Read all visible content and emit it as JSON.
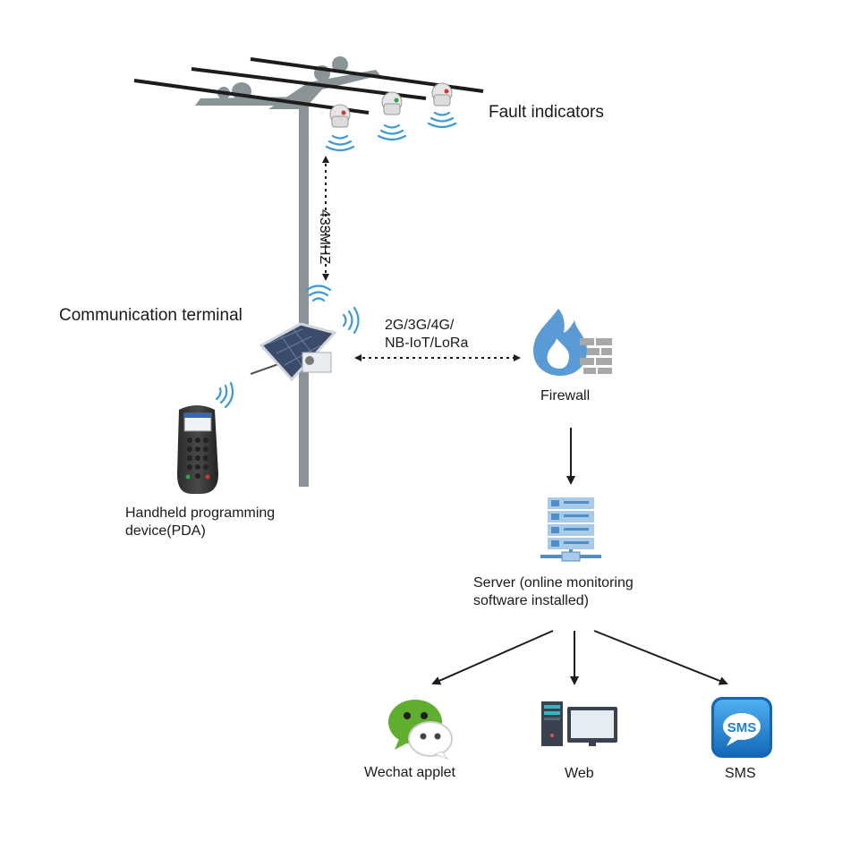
{
  "labels": {
    "fault_indicators": "Fault indicators",
    "frequency": "433MHZ",
    "communication_terminal": "Communication terminal",
    "network_line1": "2G/3G/4G/",
    "network_line2": "NB-IoT/LoRa",
    "firewall": "Firewall",
    "pda_line1": "Handheld programming",
    "pda_line2": "device(PDA)",
    "server_line1": "Server (online monitoring",
    "server_line2": "software installed)",
    "wechat": "Wechat applet",
    "web": "Web",
    "sms": "SMS",
    "sms_icon_text": "SMS"
  },
  "colors": {
    "pole": "#8a9497",
    "wire": "#1c1c1c",
    "signal": "#3a9ad9",
    "firewall": "#5a9bd5",
    "server_light": "#a9cbe8",
    "server_dark": "#4f8fc9",
    "wechat_green": "#5fae2d",
    "sms_blue": "#1f7fd0",
    "solar": "#3b4b6b"
  }
}
